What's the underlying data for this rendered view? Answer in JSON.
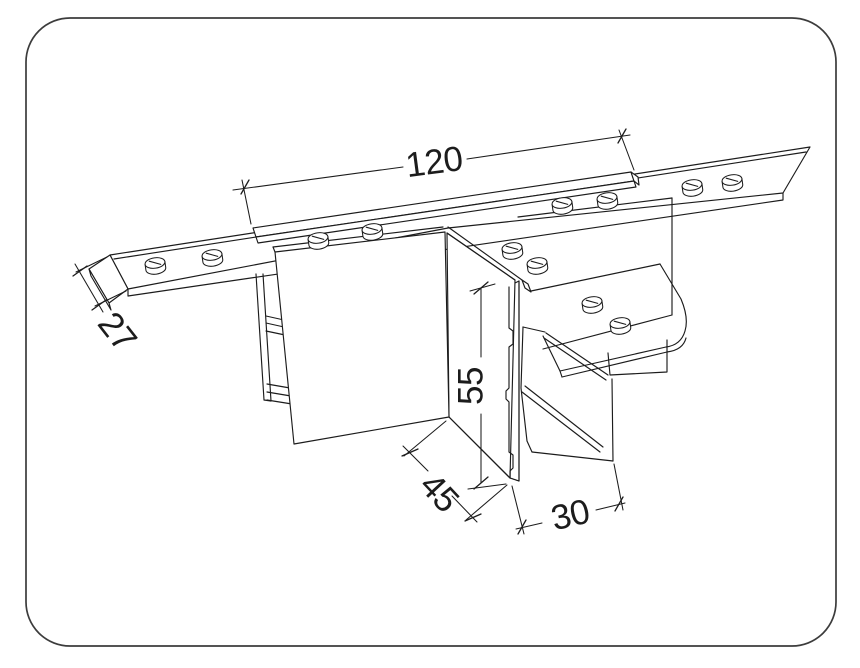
{
  "drawing": {
    "kind": "isometric-technical-drawing",
    "subject": "T-shaped track connector with dimension callouts",
    "background_color": "#ffffff",
    "line_color": "#1c1c1c",
    "border_color": "#3c3c3c",
    "labels": {
      "top_length": "120",
      "left_end_width": "27",
      "center_height": "55",
      "blade_depth": "45",
      "branch_width": "30"
    }
  }
}
